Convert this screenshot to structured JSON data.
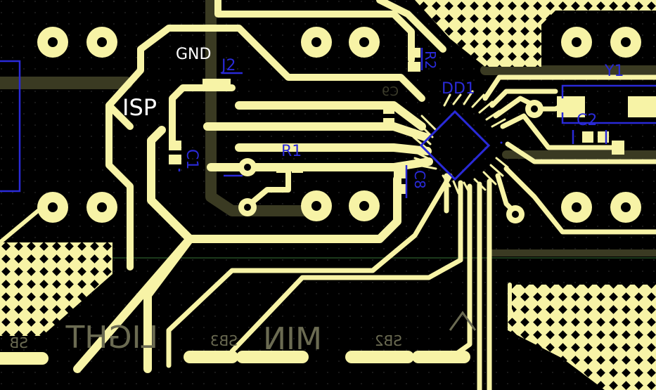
{
  "colors": {
    "background": "#000000",
    "copper": "#f7f3a6",
    "copper_dim": "#3a3a22",
    "silkscreen_top": "#ffffff",
    "silkscreen_blue": "#2a2ad8",
    "silkscreen_bottom": "#6b6b52",
    "board_grid_dot": "#2b2b2b",
    "inner_line": "#1f3a1f"
  },
  "labels": {
    "gnd": "GND",
    "isp": "ISP",
    "j2": "J2",
    "r2": "R2",
    "dd1": "DD1",
    "c9": "C9",
    "y1": "Y1",
    "c2": "C2",
    "r1": "R1",
    "c1": "C1",
    "c8": "C8"
  },
  "bottom_labels": {
    "sb_left": "SB",
    "light": "LIGHT",
    "sb3": "SB3",
    "min": "MIN",
    "sb2": "SB2"
  }
}
